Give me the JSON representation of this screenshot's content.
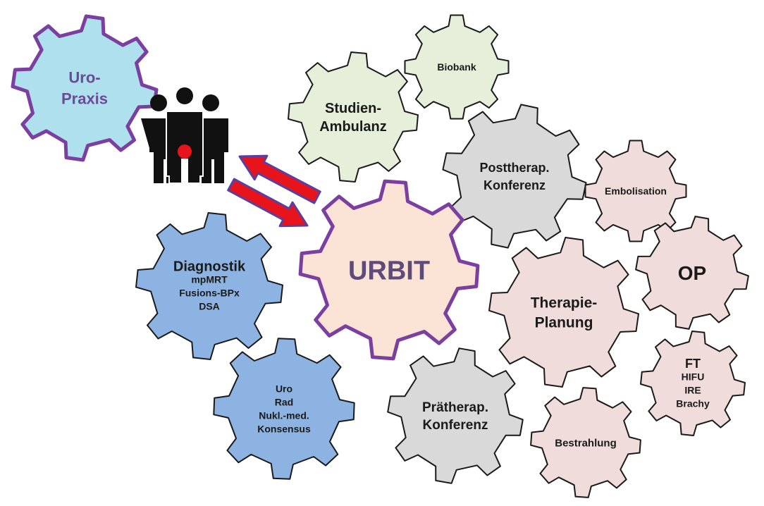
{
  "diagram": {
    "gears": [
      {
        "id": "uro-praxis",
        "lines": [
          "Uro-",
          "Praxis"
        ],
        "fill": "#aee0ee",
        "stroke": "#7b3fa0",
        "text_color": "#6b4a96"
      },
      {
        "id": "biobank",
        "lines": [
          "Biobank"
        ],
        "fill": "#e6efd9",
        "stroke": "#1a1a1a",
        "text_color": "#1a1a1a"
      },
      {
        "id": "studien-ambulanz",
        "lines": [
          "Studien-",
          "Ambulanz"
        ],
        "fill": "#e6efd9",
        "stroke": "#1a1a1a",
        "text_color": "#1a1a1a"
      },
      {
        "id": "posttherap-konferenz",
        "lines": [
          "Posttherap.",
          "Konferenz"
        ],
        "fill": "#d9d9d9",
        "stroke": "#1a1a1a",
        "text_color": "#1a1a1a"
      },
      {
        "id": "embolisation",
        "lines": [
          "Embolisation"
        ],
        "fill": "#f1dcdc",
        "stroke": "#1a1a1a",
        "text_color": "#1a1a1a"
      },
      {
        "id": "urbit",
        "lines": [
          "URBIT"
        ],
        "fill": "#fbe3d6",
        "stroke": "#7b3fa0",
        "text_color": "#5e4b7a"
      },
      {
        "id": "op",
        "lines": [
          "OP"
        ],
        "fill": "#f1dcdc",
        "stroke": "#1a1a1a",
        "text_color": "#1a1a1a"
      },
      {
        "id": "diagnostik",
        "lines": [
          "Diagnostik",
          "mpMRT",
          "Fusions-BPx",
          "DSA"
        ],
        "fill": "#8db3e2",
        "stroke": "#1a1a1a",
        "text_color": "#1a1a1a"
      },
      {
        "id": "therapie-planung",
        "lines": [
          "Therapie-",
          "Planung"
        ],
        "fill": "#f1dcdc",
        "stroke": "#1a1a1a",
        "text_color": "#1a1a1a"
      },
      {
        "id": "ft",
        "lines": [
          "FT",
          "HIFU",
          "IRE",
          "Brachy"
        ],
        "fill": "#f1dcdc",
        "stroke": "#1a1a1a",
        "text_color": "#1a1a1a"
      },
      {
        "id": "uro-rad",
        "lines": [
          "Uro",
          "Rad",
          "Nukl.-med.",
          "Konsensus"
        ],
        "fill": "#8db3e2",
        "stroke": "#1a1a1a",
        "text_color": "#1a1a1a"
      },
      {
        "id": "praetherap-konferenz",
        "lines": [
          "Prätherap.",
          "Konferenz"
        ],
        "fill": "#d9d9d9",
        "stroke": "#1a1a1a",
        "text_color": "#1a1a1a"
      },
      {
        "id": "bestrahlung",
        "lines": [
          "Bestrahlung"
        ],
        "fill": "#f1dcdc",
        "stroke": "#1a1a1a",
        "text_color": "#1a1a1a"
      }
    ],
    "people_icon": {
      "name": "patient-group-icon",
      "color": "#111111",
      "highlight": "#e8141c"
    },
    "arrows": {
      "fill": "#e8141c",
      "stroke": "#5a3fa0"
    }
  }
}
